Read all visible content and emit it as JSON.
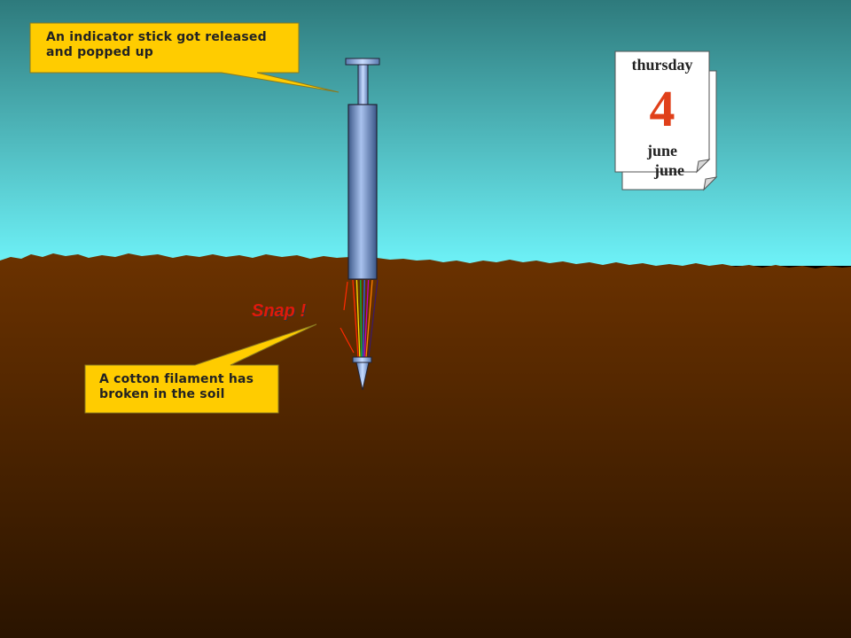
{
  "callouts": {
    "released": "An indicator stick got released\nand popped up",
    "broken": "A cotton filament has\nbroken in the soil"
  },
  "snap_label": "Snap !",
  "calendar": {
    "weekday": "thursday",
    "day": "4",
    "month": "june",
    "back_month": "june"
  },
  "colors": {
    "sky_top": "#2e7a7c",
    "sky_bottom": "#6ef2f8",
    "soil_top": "#6b3200",
    "soil_bottom": "#2a1400",
    "callout_fill": "#ffcc00",
    "tube": "#7f9ed0",
    "snap": "#e01a0a"
  },
  "filament_colors": [
    "#ff2a00",
    "#ffe100",
    "#00c040",
    "#2060ff",
    "#c000c0",
    "#ff8000"
  ]
}
